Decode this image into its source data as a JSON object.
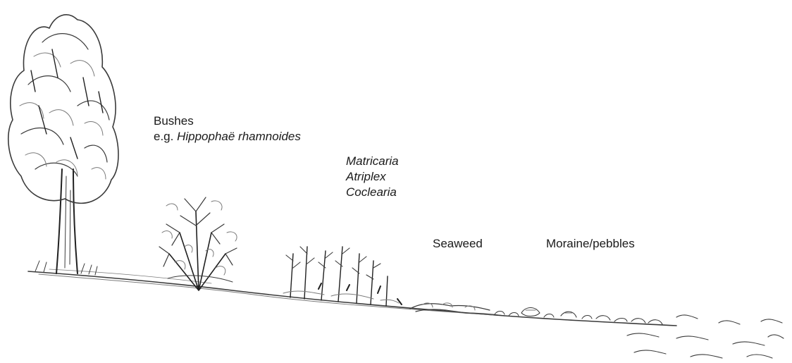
{
  "labels": {
    "bushes_title": "Bushes",
    "bushes_prefix": "e.g. ",
    "bushes_example": "Hippophaë rhamnoides",
    "plants": [
      "Matricaria",
      "Atriplex",
      "Coclearia"
    ],
    "seaweed": "Seaweed",
    "moraine": "Moraine/pebbles"
  },
  "colors": {
    "pencil": "#3a3a3a",
    "background": "#ffffff"
  }
}
